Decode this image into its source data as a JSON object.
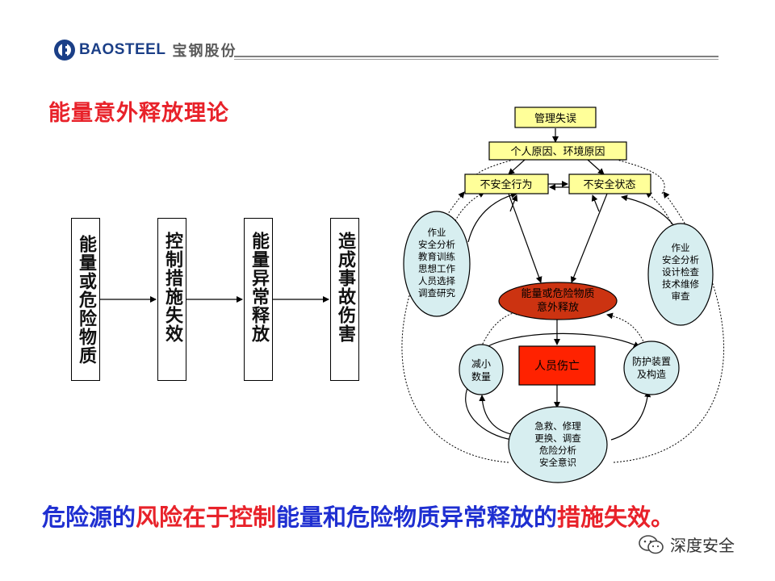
{
  "header": {
    "logo_en": "BAOSTEEL",
    "logo_cn": "宝钢股份"
  },
  "title": "能量意外释放理论",
  "chain": [
    "能量或危险物质",
    "控制措施失效",
    "能量异常释放",
    "造成事故伤害"
  ],
  "diagram": {
    "mgmt": "管理失误",
    "cause": "个人原因、环境原因",
    "unsafe_act": "不安全行为",
    "unsafe_state": "不安全状态",
    "release": [
      "能量或危险物质",
      "意外释放"
    ],
    "injury": "人员伤亡",
    "left_oval": [
      "作业",
      "安全分析",
      "教育训练",
      "思想工作",
      "人员选择",
      "调查研究"
    ],
    "right_oval": [
      "作业",
      "安全分析",
      "设计检查",
      "技术维修",
      "审查"
    ],
    "reduce": [
      "减小",
      "数量"
    ],
    "protect": [
      "防护装置",
      "及构造"
    ],
    "bottom_oval": [
      "急救、修理",
      "更换、调查",
      "危险分析",
      "安全意识"
    ]
  },
  "conclusion": {
    "p1": "危险源的",
    "p2": "风险在于控制",
    "p3": "能量和危险物质异常释放的",
    "p4": "措施失效。"
  },
  "watermark": "深度安全",
  "colors": {
    "yellow": "#ffff99",
    "oval": "#d7eef0",
    "release": "#cc3311",
    "injury": "#ff2200",
    "title_red": "#e8222a",
    "blue": "#1f2fd1"
  }
}
